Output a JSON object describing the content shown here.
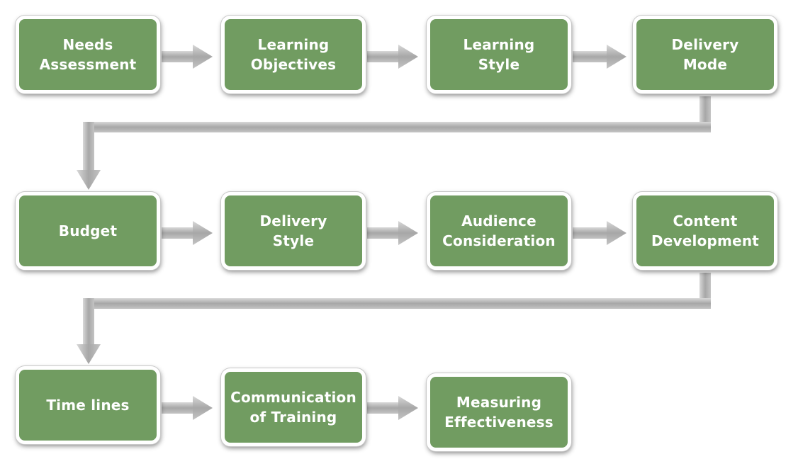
{
  "steps": [
    {
      "id": "needs-assessment",
      "label": "Needs\nAssessment"
    },
    {
      "id": "learning-objectives",
      "label": "Learning\nObjectives"
    },
    {
      "id": "learning-style",
      "label": "Learning\nStyle"
    },
    {
      "id": "delivery-mode",
      "label": "Delivery\nMode"
    },
    {
      "id": "budget",
      "label": "Budget"
    },
    {
      "id": "delivery-style",
      "label": "Delivery\nStyle"
    },
    {
      "id": "audience-consideration",
      "label": "Audience\nConsideration"
    },
    {
      "id": "content-development",
      "label": "Content\nDevelopment"
    },
    {
      "id": "time-lines",
      "label": "Time lines"
    },
    {
      "id": "communication-of-training",
      "label": "Communication\nof Training"
    },
    {
      "id": "measuring-effectiveness",
      "label": "Measuring\nEffectiveness"
    }
  ],
  "colors": {
    "box_fill": "#719c61",
    "box_border": "#ffffff",
    "arrow": "#a9a9a9",
    "text": "#ffffff"
  }
}
